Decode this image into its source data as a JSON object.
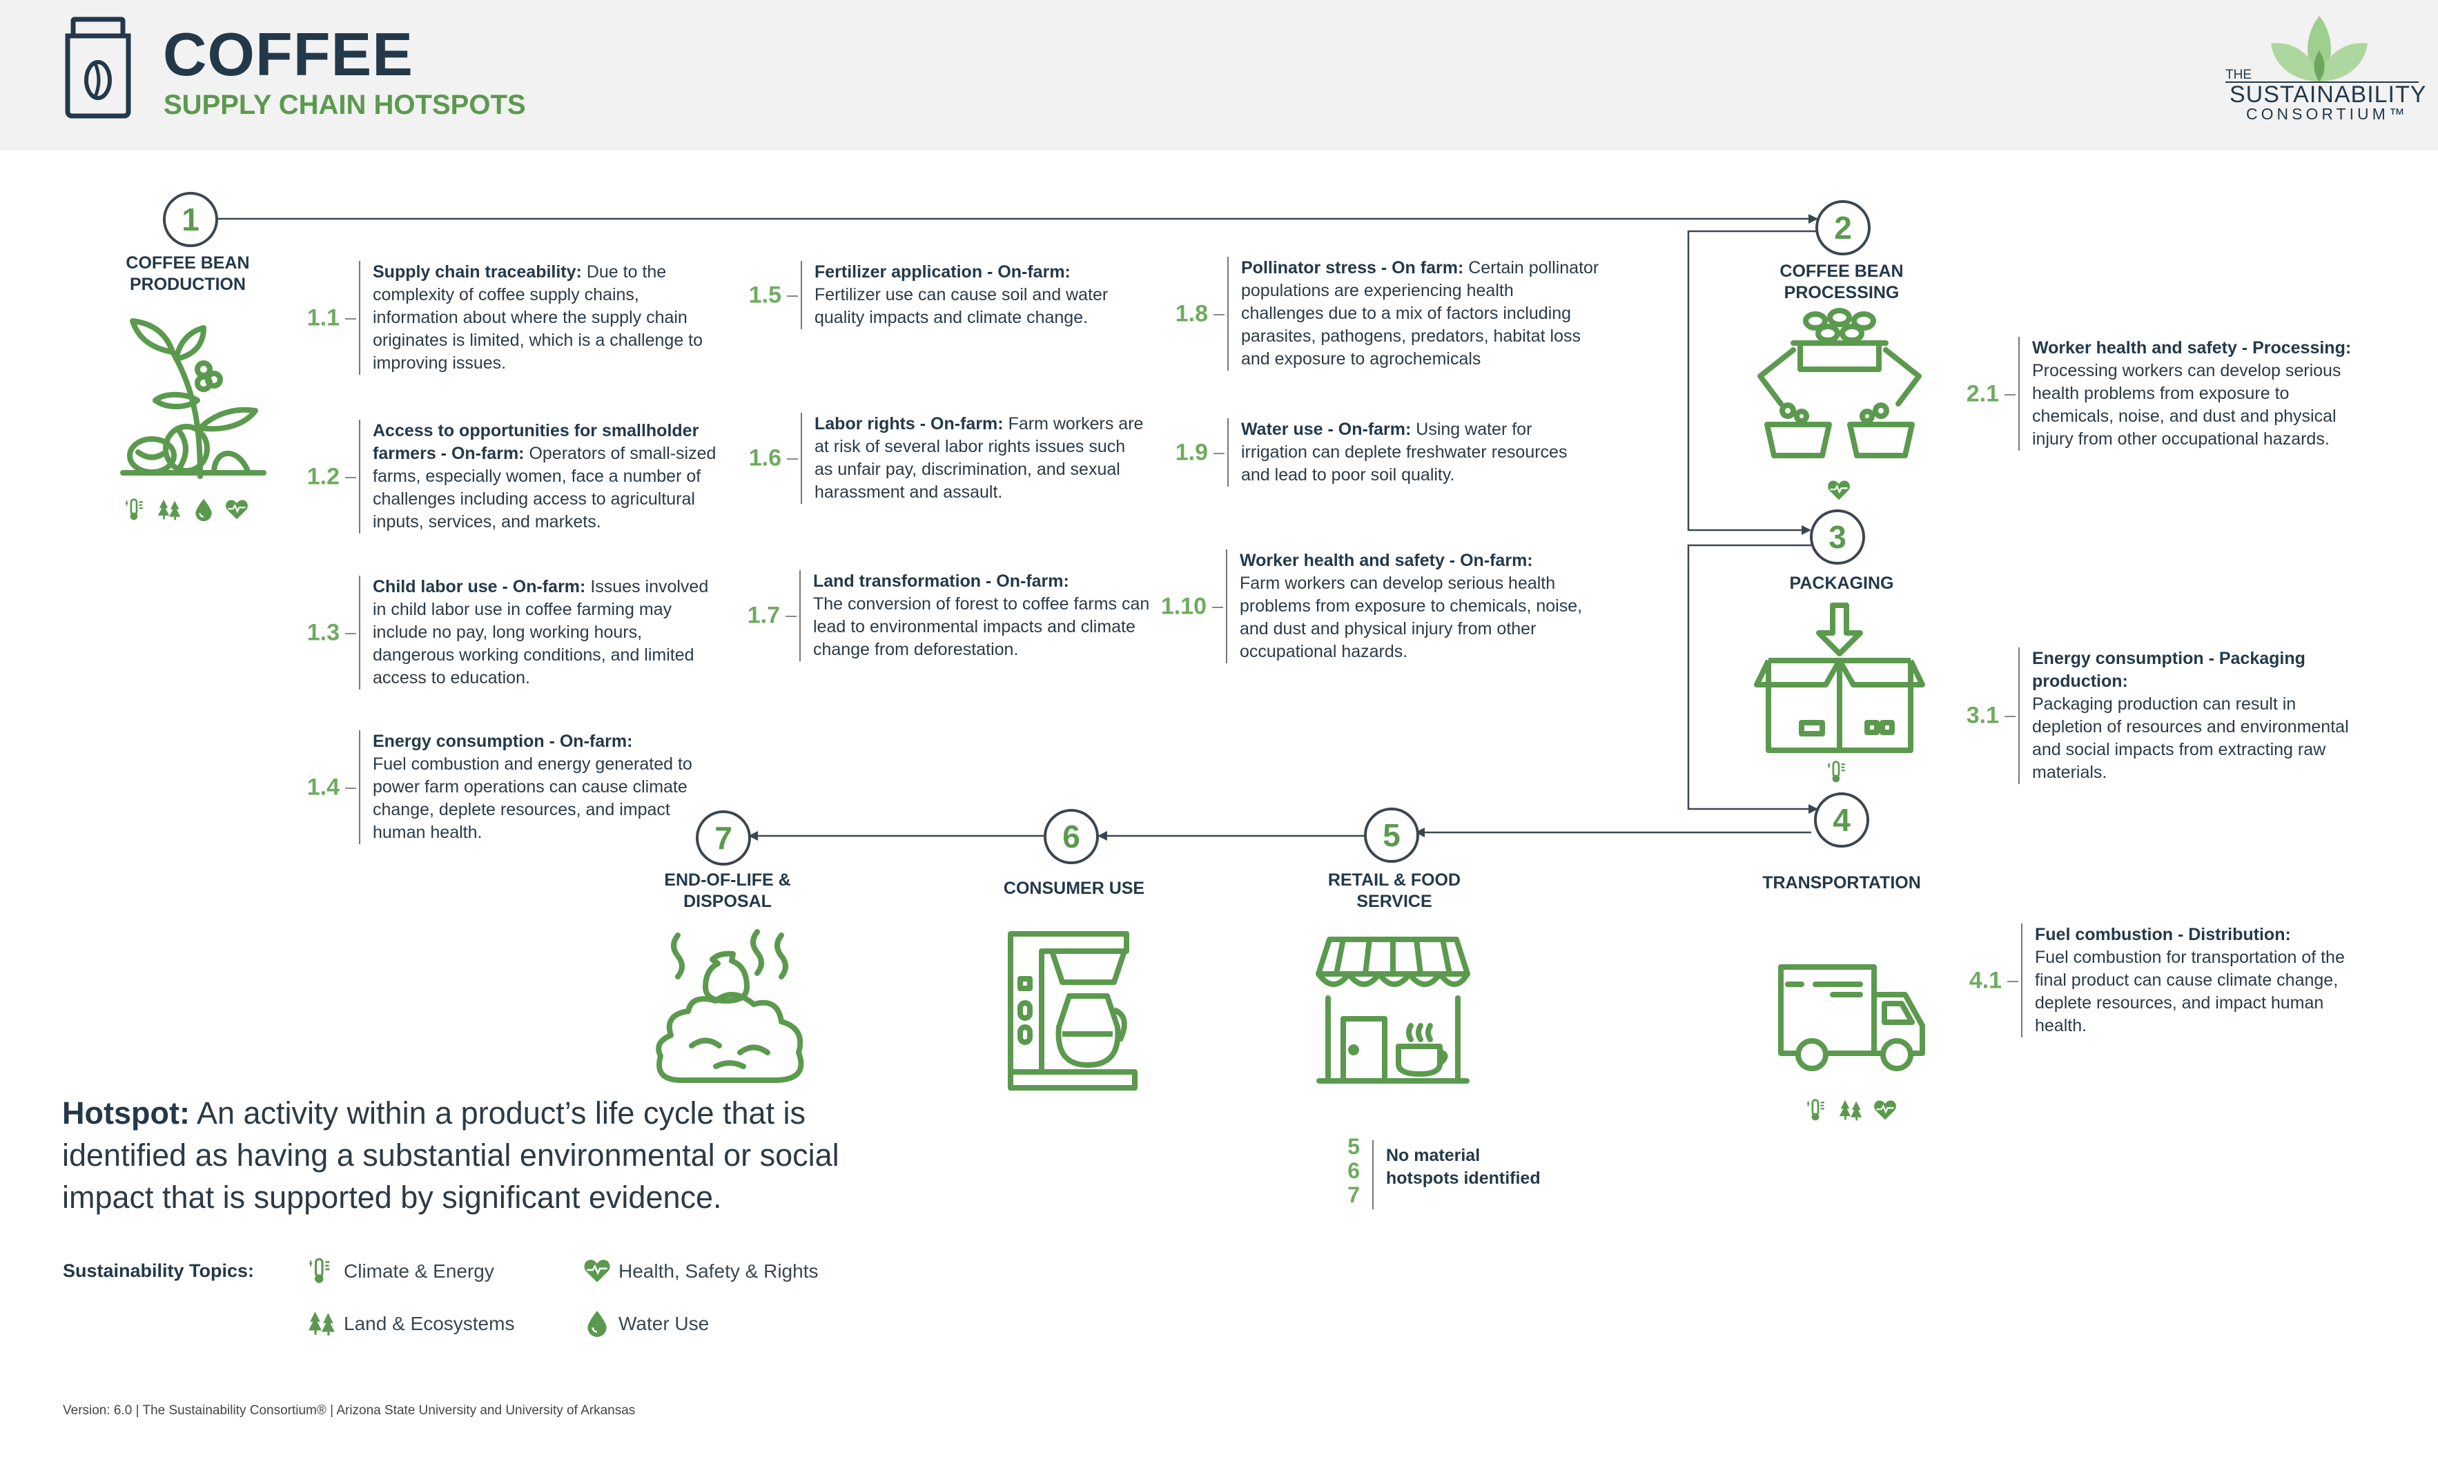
{
  "header": {
    "title": "COFFEE",
    "subtitle": "SUPPLY CHAIN HOTSPOTS",
    "logo_the": "THE",
    "logo_main": "SUSTAINABILITY",
    "logo_sub": "CONSORTIUM™"
  },
  "stages": [
    {
      "number": "1",
      "label_l1": "COFFEE BEAN",
      "label_l2": "PRODUCTION"
    },
    {
      "number": "2",
      "label_l1": "COFFEE BEAN",
      "label_l2": "PROCESSING"
    },
    {
      "number": "3",
      "label_l1": "PACKAGING",
      "label_l2": ""
    },
    {
      "number": "4",
      "label_l1": "TRANSPORTATION",
      "label_l2": ""
    },
    {
      "number": "5",
      "label_l1": "RETAIL & FOOD",
      "label_l2": "SERVICE"
    },
    {
      "number": "6",
      "label_l1": "CONSUMER USE",
      "label_l2": ""
    },
    {
      "number": "7",
      "label_l1": "END-OF-LIFE &",
      "label_l2": "DISPOSAL"
    }
  ],
  "hotspots": [
    {
      "id": "1.1",
      "title": "Supply chain traceability:",
      "text": "Due to the complexity of coffee supply chains, information about where the supply chain originates is limited, which is a challenge to improving issues."
    },
    {
      "id": "1.2",
      "title": "Access to opportunities for smallholder farmers - On-farm:",
      "text": "Operators of small-sized farms, especially women, face a number of challenges including access to agricultural inputs, services, and markets."
    },
    {
      "id": "1.3",
      "title": "Child labor use - On-farm:",
      "text": "Issues involved in child labor use in coffee farming may include no pay, long working hours, dangerous working conditions, and limited access to education."
    },
    {
      "id": "1.4",
      "title": "Energy consumption - On-farm:",
      "text": "Fuel combustion and energy generated to power farm operations can cause climate change, deplete resources, and impact human health."
    },
    {
      "id": "1.5",
      "title": "Fertilizer application - On-farm:",
      "text": "Fertilizer use can cause soil and water quality impacts and climate change."
    },
    {
      "id": "1.6",
      "title": "Labor rights - On-farm:",
      "text": "Farm workers are at risk of several labor rights issues such as unfair pay, discrimination, and sexual harassment and assault."
    },
    {
      "id": "1.7",
      "title": "Land transformation - On-farm:",
      "text": "The conversion of forest to coffee farms can lead to environmental impacts and climate change from deforestation."
    },
    {
      "id": "1.8",
      "title": "Pollinator stress - On farm:",
      "text": "Certain pollinator populations are experiencing health challenges due to a mix of factors including parasites, pathogens, predators, habitat loss and exposure to agrochemicals"
    },
    {
      "id": "1.9",
      "title": "Water use - On-farm:",
      "text": "Using water for irrigation can deplete freshwater resources and lead to poor soil quality."
    },
    {
      "id": "1.10",
      "title": "Worker health and safety - On-farm:",
      "text": "Farm workers can develop serious health problems from exposure to chemicals, noise, and dust and physical injury from other occupational hazards."
    },
    {
      "id": "2.1",
      "title": "Worker health and safety - Processing:",
      "text": "Processing workers can develop serious health problems from exposure to chemicals, noise, and dust and physical injury from other occupational hazards."
    },
    {
      "id": "3.1",
      "title": "Energy consumption - Packaging production:",
      "text": "Packaging production can result in depletion of resources and environmental and social impacts from extracting raw materials."
    },
    {
      "id": "4.1",
      "title": "Fuel combustion - Distribution:",
      "text": "Fuel combustion for transportation of the final product can cause climate change, deplete resources, and impact human health."
    }
  ],
  "no_material": {
    "numbers": [
      "5",
      "6",
      "7"
    ],
    "line1": "No material",
    "line2": "hotspots identified"
  },
  "definition": {
    "term": "Hotspot:",
    "text": "An activity within a product’s life cycle that is identified as having a substantial environmental or social impact that is supported by significant evidence."
  },
  "topics": {
    "label": "Sustainability Topics:",
    "climate": "Climate & Energy",
    "health": "Health, Safety & Rights",
    "land": "Land & Ecosystems",
    "water": "Water Use"
  },
  "footer": "Version: 6.0 | The Sustainability Consortium® | Arizona State University and University of Arkansas",
  "colors": {
    "navy": "#23394a",
    "green": "#5b9a4e",
    "light_green": "#6eab5f"
  }
}
